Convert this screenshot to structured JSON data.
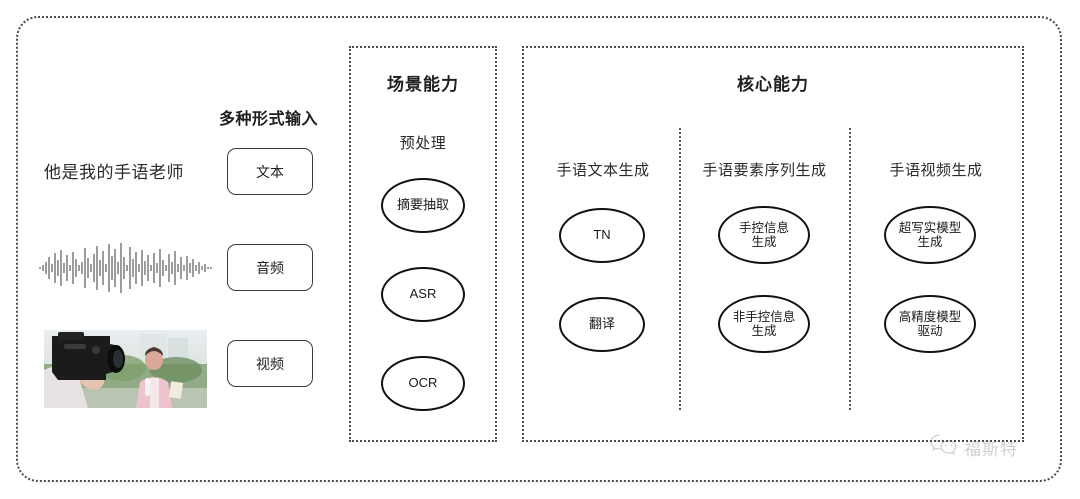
{
  "diagram": {
    "title_left_inputs": "多种形式输入",
    "sample_sentence": "他是我的手语老师",
    "input_chips": [
      {
        "label": "文本",
        "icon": "text-icon"
      },
      {
        "label": "音频",
        "icon": "audio-waveform-icon"
      },
      {
        "label": "视频",
        "icon": "video-thumbnail-icon"
      }
    ],
    "scene_panel": {
      "title": "场景能力",
      "column_heading": "预处理",
      "nodes": [
        "摘要抽取",
        "ASR",
        "OCR"
      ]
    },
    "core_panel": {
      "title": "核心能力",
      "columns": [
        {
          "heading": "手语文本生成",
          "nodes": [
            "TN",
            "翻译"
          ]
        },
        {
          "heading": "手语要素序列生成",
          "nodes": [
            "手控信息\n生成",
            "非手控信息\n生成"
          ]
        },
        {
          "heading": "手语视频生成",
          "nodes": [
            "超写实模型\n生成",
            "高精度模型\n驱动"
          ]
        }
      ]
    },
    "watermark": {
      "icon": "wechat-icon",
      "text": "福斯特"
    },
    "colors": {
      "border_dotted": "#4a4a4a",
      "node_border": "#111111",
      "text": "#1f1f1f",
      "background": "#ffffff"
    }
  }
}
